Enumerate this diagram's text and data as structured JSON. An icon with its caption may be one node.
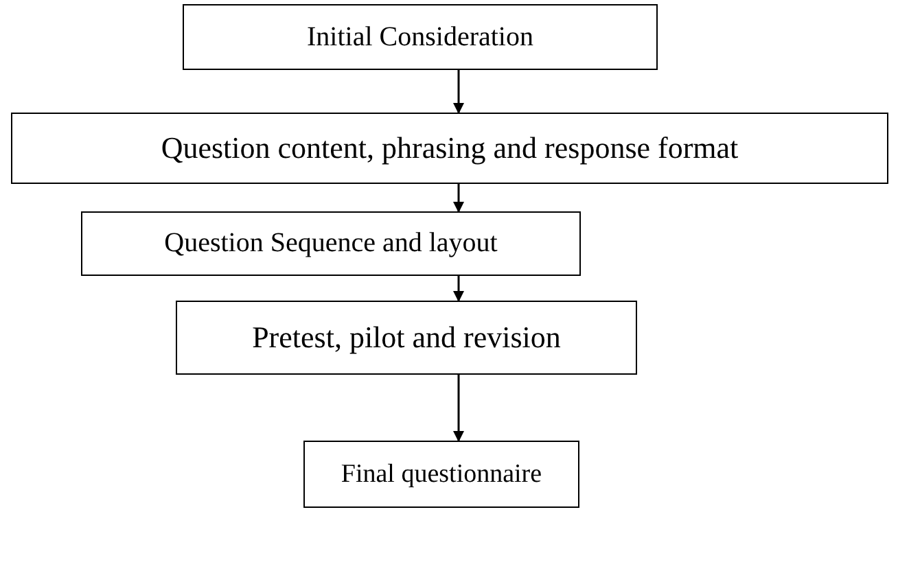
{
  "diagram": {
    "nodes": [
      {
        "text": [
          "Initial Consideration"
        ]
      },
      {
        "text": [
          "Question content, phrasing and response format"
        ]
      },
      {
        "text": [
          "Question Sequence and layout"
        ]
      },
      {
        "text": [
          "Pretest, pilot and revision"
        ]
      },
      {
        "text": [
          "Final questionnaire"
        ]
      }
    ],
    "edges": [
      {
        "from": 0,
        "to": 1,
        "arrow": "to"
      },
      {
        "from": 1,
        "to": 2,
        "arrow": "to"
      },
      {
        "from": 2,
        "to": 3,
        "arrow": "to"
      },
      {
        "from": 3,
        "to": 4,
        "arrow": "to"
      }
    ]
  }
}
